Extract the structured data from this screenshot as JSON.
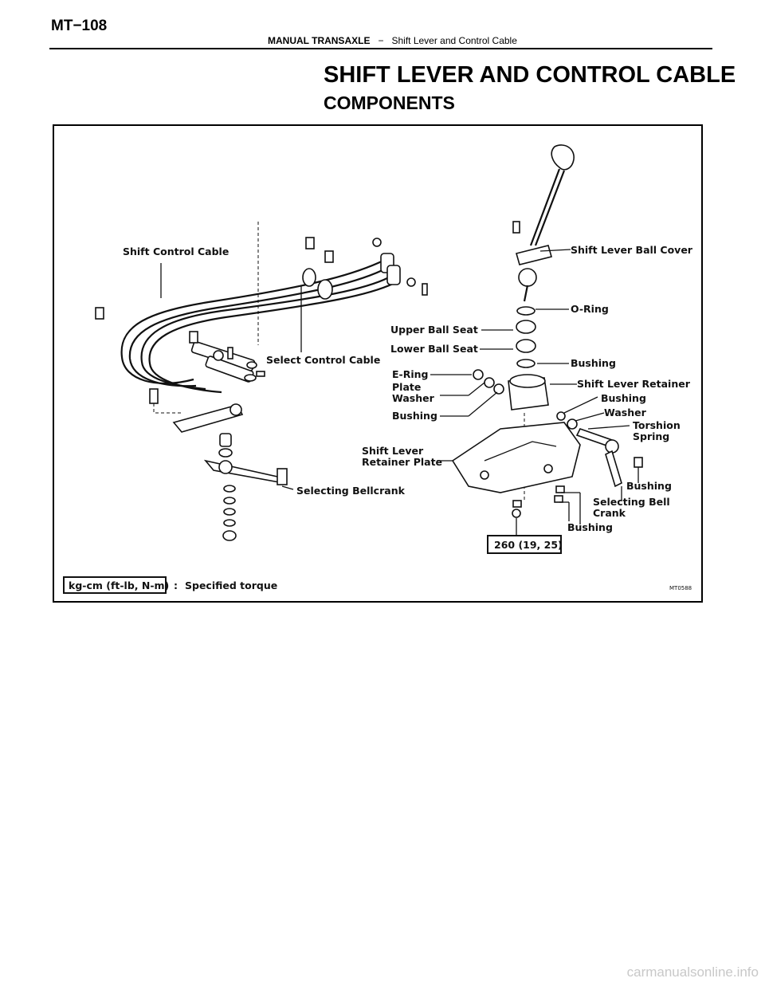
{
  "header": {
    "page_number": "MT−108",
    "section": "MANUAL TRANSAXLE",
    "separator": "−",
    "topic": "Shift Lever and Control Cable"
  },
  "title": "SHIFT LEVER AND CONTROL CABLE",
  "subtitle": "COMPONENTS",
  "figure": {
    "labels": {
      "shift_control_cable": "Shift Control Cable",
      "select_control_cable": "Select Control Cable",
      "shift_lever_ball_cover": "Shift Lever Ball Cover",
      "o_ring": "O-Ring",
      "upper_ball_seat": "Upper Ball Seat",
      "lower_ball_seat": "Lower Ball Seat",
      "bushing_top": "Bushing",
      "e_ring": "E-Ring",
      "plate_washer_1": "Plate",
      "plate_washer_2": "Washer",
      "bushing_left": "Bushing",
      "shift_lever_retainer": "Shift Lever Retainer",
      "bushing_right": "Bushing",
      "washer": "Washer",
      "torsion_spring_1": "Torshion",
      "torsion_spring_2": "Spring",
      "retainer_plate_1": "Shift Lever",
      "retainer_plate_2": "Retainer Plate",
      "selecting_bellcrank": "Selecting Bellcrank",
      "bushing_bell": "Bushing",
      "selecting_bell_crank_1": "Selecting Bell",
      "selecting_bell_crank_2": "Crank",
      "bushing_bottom": "Bushing",
      "torque_value": "260 (19, 25)",
      "unit_legend": "kg-cm (ft-lb, N-m)",
      "legend_colon": ":",
      "legend_text": "Specified torque",
      "figure_code": "MT0588"
    }
  },
  "watermark": "carmanualsonline.info"
}
